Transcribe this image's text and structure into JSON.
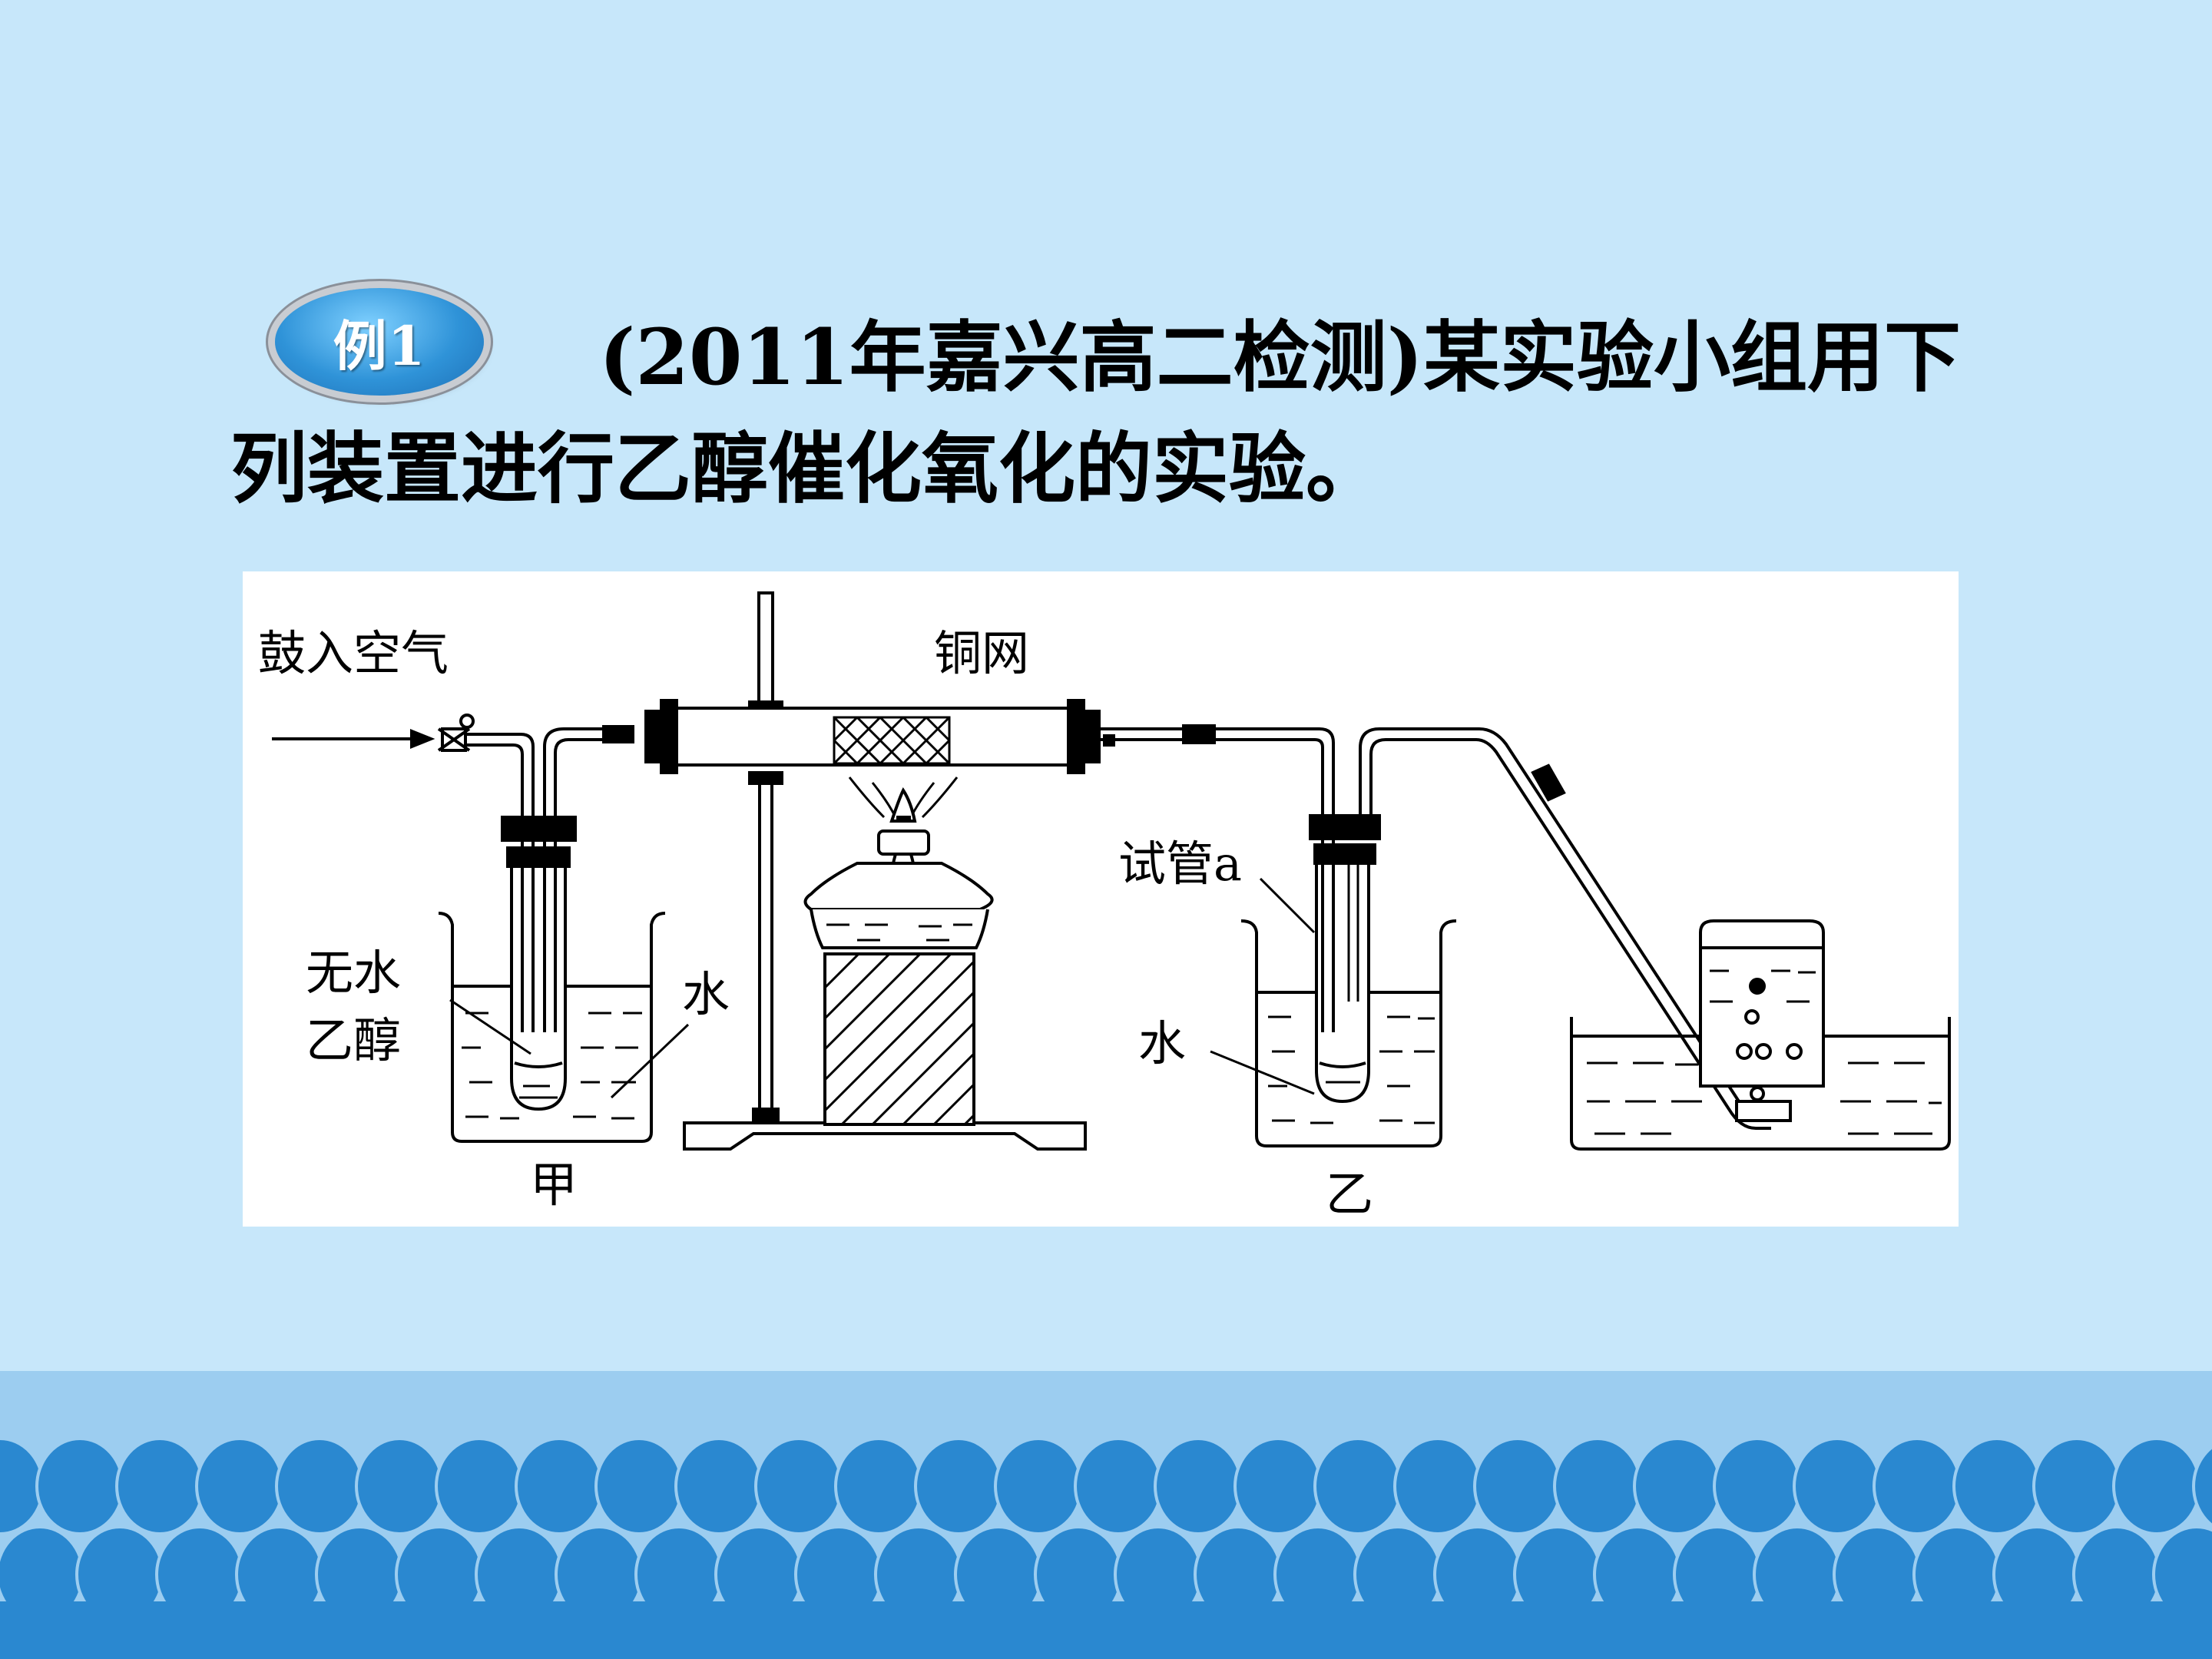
{
  "badge": {
    "label": "例1"
  },
  "question": {
    "line1": "(2011年嘉兴高二检测)某实验小组用下",
    "line2": "列装置进行乙醇催化氧化的实验。"
  },
  "diagram": {
    "labels": {
      "air_inlet": "鼓入空气",
      "copper_mesh": "铜网",
      "ethanol_line1": "无水",
      "ethanol_line2": "乙醇",
      "water_left": "水",
      "test_tube_a": "试管a",
      "water_right": "水",
      "apparatus_a": "甲",
      "apparatus_b": "乙"
    }
  },
  "colors": {
    "background": "#c7e7fa",
    "footer_band": "#9ccdf0",
    "waves": "#2a88d0"
  }
}
